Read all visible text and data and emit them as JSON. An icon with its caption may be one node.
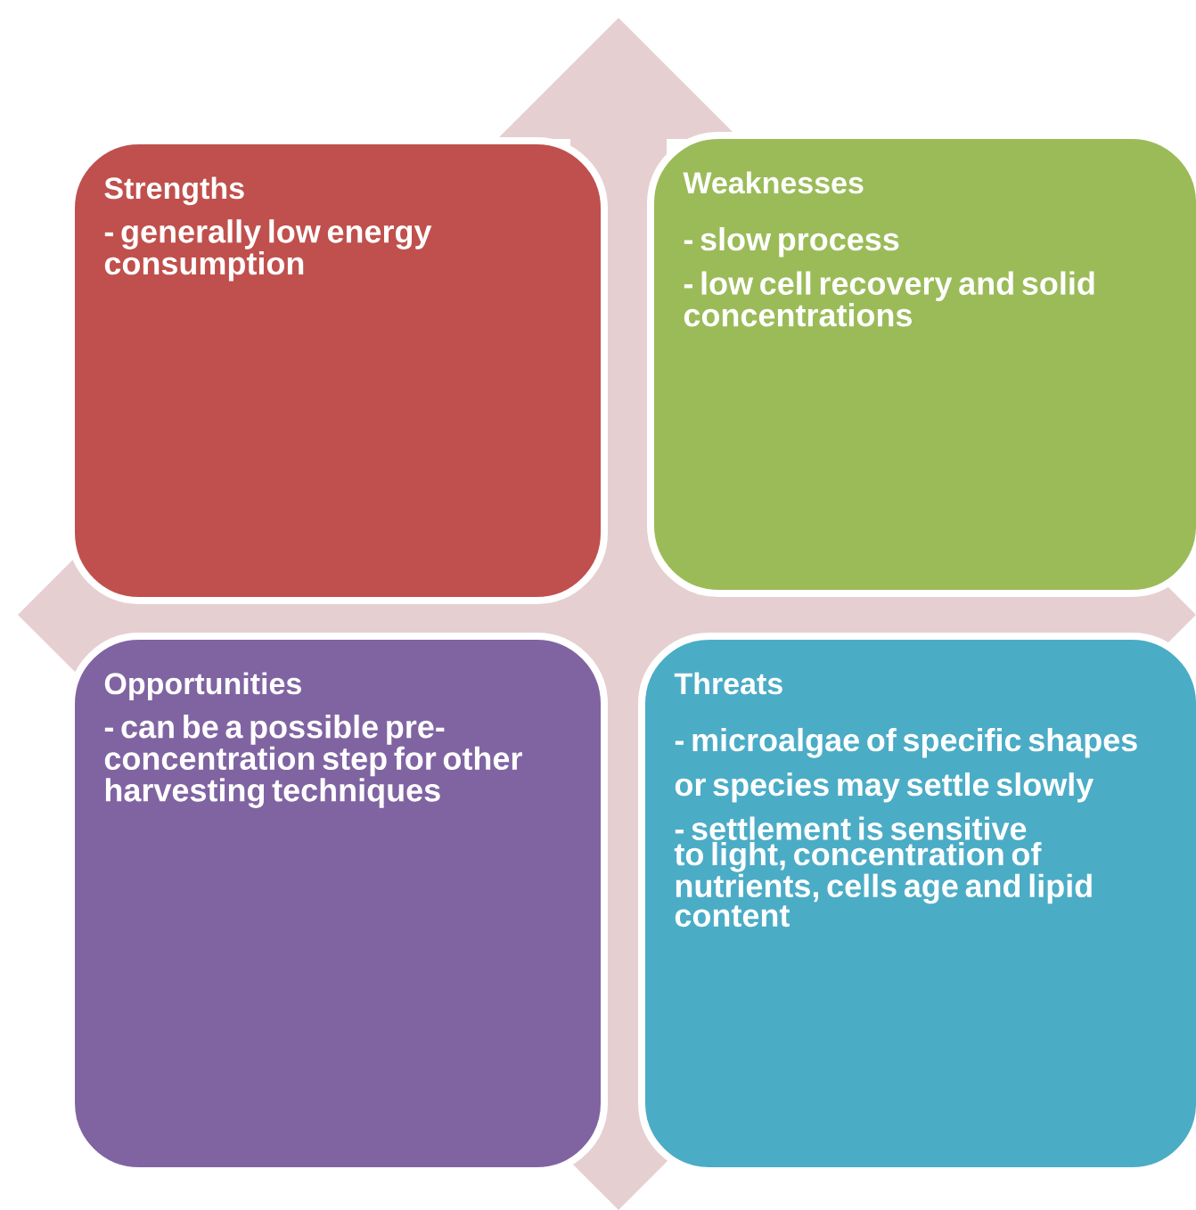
{
  "diagram": {
    "nodes": [
      {
        "text": [
          "Strengths",
          "- generally low energy consumption"
        ]
      },
      {
        "text": [
          "Weaknesses",
          "- slow process",
          "- low cell recovery and solid concentrations"
        ]
      },
      {
        "text": [
          "Opportunities",
          "- can be a possible pre-concentration step for other harvesting techniques"
        ]
      },
      {
        "text": [
          "Threats",
          "- microalgae of specific shapes or species may settle slowly",
          "- settlement is sensitive to light, concentration of nutrients, cells age and lipid content"
        ]
      }
    ]
  }
}
